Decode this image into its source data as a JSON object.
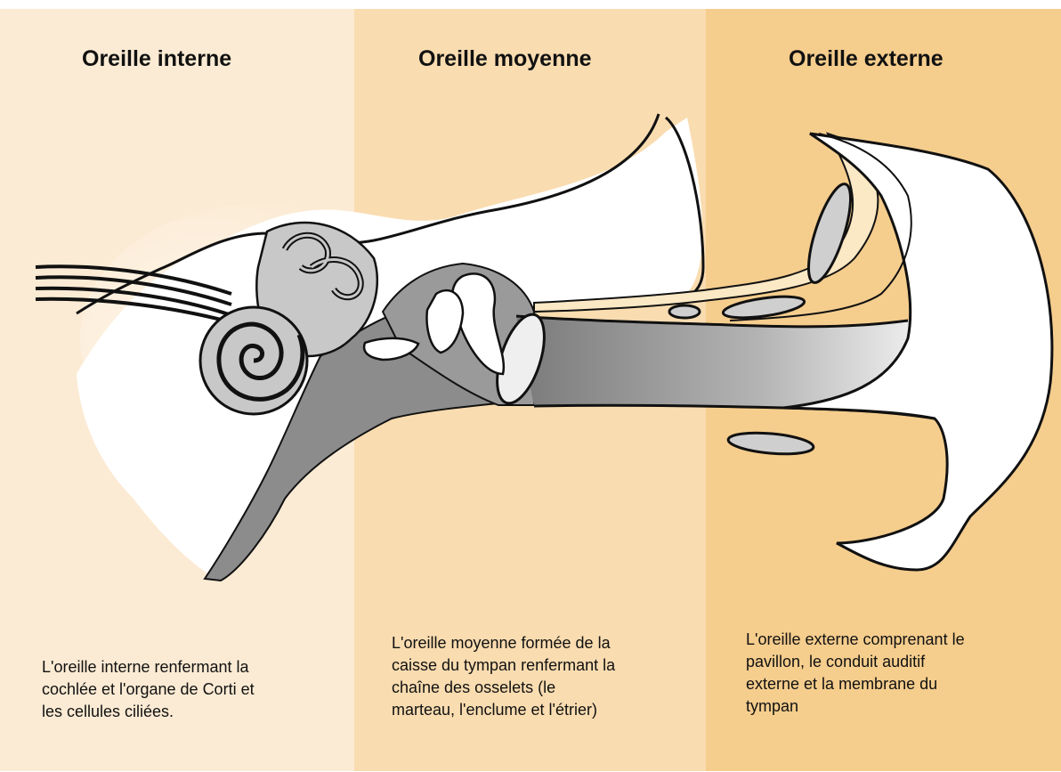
{
  "sections": {
    "inner": {
      "title": "Oreille interne",
      "lines": [
        "L'oreille interne renfermant la",
        "cochlée et l'organe de Corti et",
        "les cellules ciliées."
      ]
    },
    "middle": {
      "title": "Oreille moyenne",
      "lines": [
        "L'oreille moyenne  formée de la",
        "caisse du tympan renfermant la",
        "chaîne des osselets (le",
        "marteau, l'enclume et l'étrier)"
      ]
    },
    "outer": {
      "title": "Oreille externe",
      "lines": [
        "L'oreille externe comprenant le",
        "pavillon, le conduit auditif",
        "externe et la membrane du",
        "tympan"
      ]
    }
  },
  "colors": {
    "inner_band": "#fcebd4",
    "middle_band": "#f9dcb0",
    "outer_band": "#f5cd8d",
    "canal_gray": "#8c8c8c",
    "cochlea_gray": "#c8c8c8",
    "outline": "#111111"
  }
}
